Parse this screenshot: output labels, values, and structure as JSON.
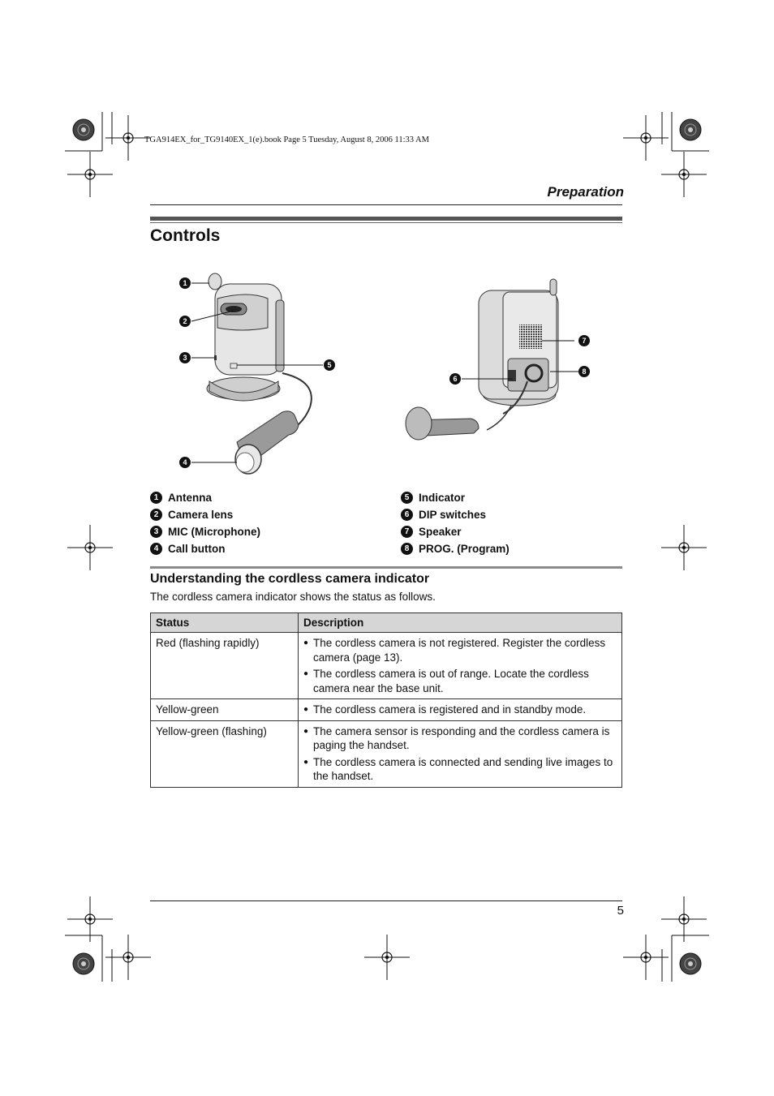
{
  "file_header": "TGA914EX_for_TG9140EX_1(e).book  Page 5  Tuesday, August 8, 2006  11:33 AM",
  "section": "Preparation",
  "heading": "Controls",
  "callouts": [
    {
      "num": "1",
      "label": "Antenna"
    },
    {
      "num": "2",
      "label": "Camera lens"
    },
    {
      "num": "3",
      "label": "MIC (Microphone)"
    },
    {
      "num": "4",
      "label": "Call button"
    },
    {
      "num": "5",
      "label": "Indicator"
    },
    {
      "num": "6",
      "label": "DIP switches"
    },
    {
      "num": "7",
      "label": "Speaker"
    },
    {
      "num": "8",
      "label": "PROG. (Program)"
    }
  ],
  "subheading": "Understanding the cordless camera indicator",
  "intro": "The cordless camera indicator shows the status as follows.",
  "table": {
    "headers": [
      "Status",
      "Description"
    ],
    "rows": [
      {
        "status": "Red (flashing rapidly)",
        "items": [
          "The cordless camera is not registered. Register the cordless camera (page 13).",
          "The cordless camera is out of range. Locate the cordless camera near the base unit."
        ]
      },
      {
        "status": "Yellow-green",
        "items": [
          "The cordless camera is registered and in standby mode."
        ]
      },
      {
        "status": "Yellow-green (flashing)",
        "items": [
          "The camera sensor is responding and the cordless camera is paging the handset.",
          "The cordless camera is connected and sending live images to the handset."
        ]
      }
    ]
  },
  "bullet_glyph": "●",
  "page_number": "5"
}
